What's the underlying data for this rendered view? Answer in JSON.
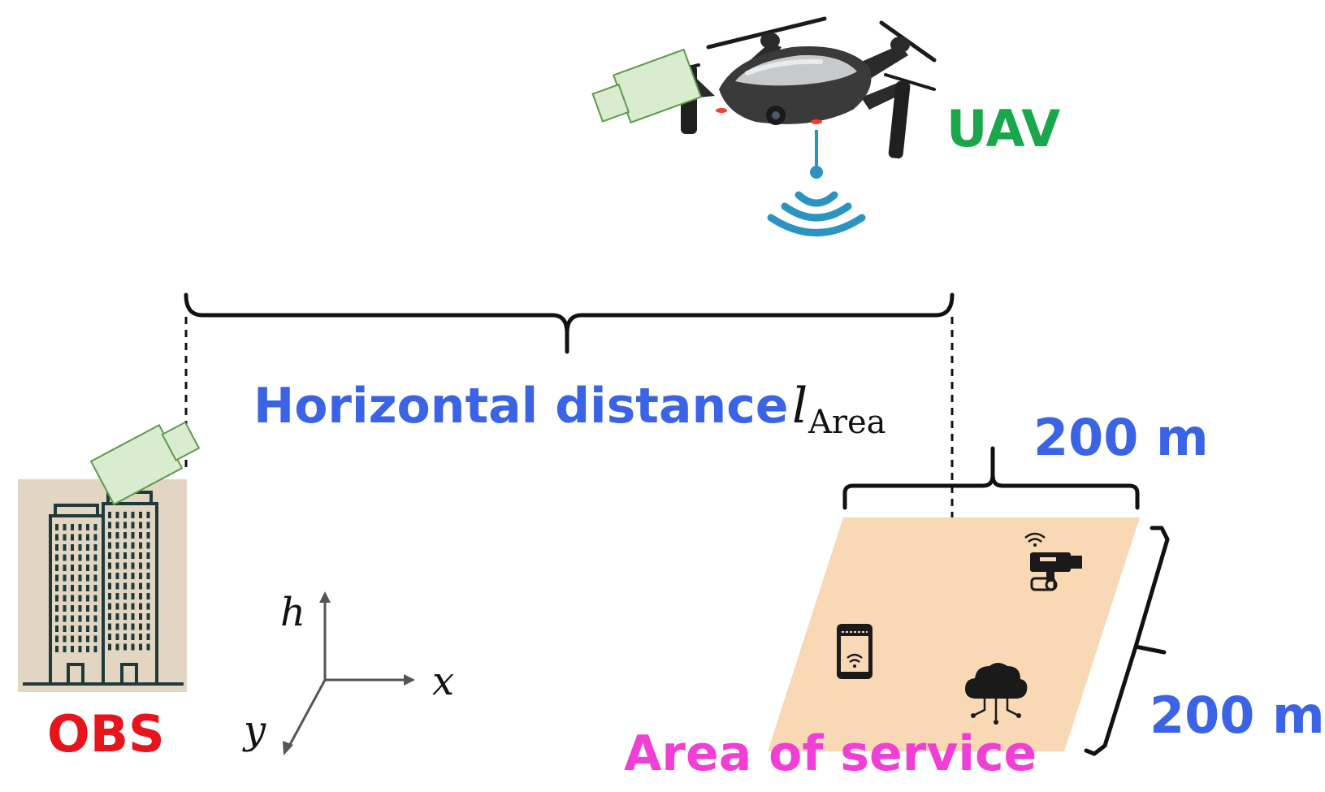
{
  "labels": {
    "uav": "UAV",
    "obs": "OBS",
    "distance_text": "Horizontal distance",
    "distance_symbol": "l",
    "distance_subscript": "Area",
    "width": "200 m",
    "depth": "200 m",
    "area": "Area of service"
  },
  "axes": {
    "h": "h",
    "x": "x",
    "y": "y"
  },
  "icons": [
    "drone-icon",
    "wifi-signal-icon",
    "camera-icon",
    "building-icon",
    "smartphone-icon",
    "cctv-camera-icon",
    "cloud-network-icon"
  ],
  "colors": {
    "uav": "#1aa64a",
    "obs": "#e8141b",
    "distance": "#3a63e6",
    "dimension": "#3a63e6",
    "area_label": "#f03ed6",
    "area_fill": "#f9d8b6",
    "camera_fill": "#d9ecd0",
    "camera_stroke": "#5e9a48",
    "wifi": "#2b93c2",
    "building_bg": "#e2d6c2"
  }
}
